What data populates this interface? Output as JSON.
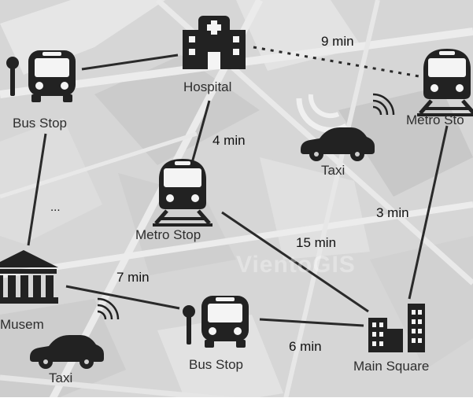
{
  "nodes": {
    "hospital": "Hospital",
    "bus_stop_1": "Bus Stop",
    "metro_stop_1": "Metro Stop",
    "metro_stop_2": "Metro Sto",
    "taxi_1": "Taxi",
    "museum": "Musem",
    "bus_stop_2": "Bus Stop",
    "main_square": "Main Square",
    "taxi_2": "Taxi"
  },
  "edges": {
    "hospital_metro2": "9 min",
    "hospital_metro1": "4 min",
    "metro2_mainsquare": "3 min",
    "metro1_mainsquare": "15 min",
    "museum_bus2": "7 min",
    "bus2_mainsquare": "6 min",
    "bus1_museum": "..."
  },
  "watermark": "VientoGIS",
  "colors": {
    "background": "#d9d9d9",
    "icon": "#232323",
    "line": "#2a2a2a"
  }
}
